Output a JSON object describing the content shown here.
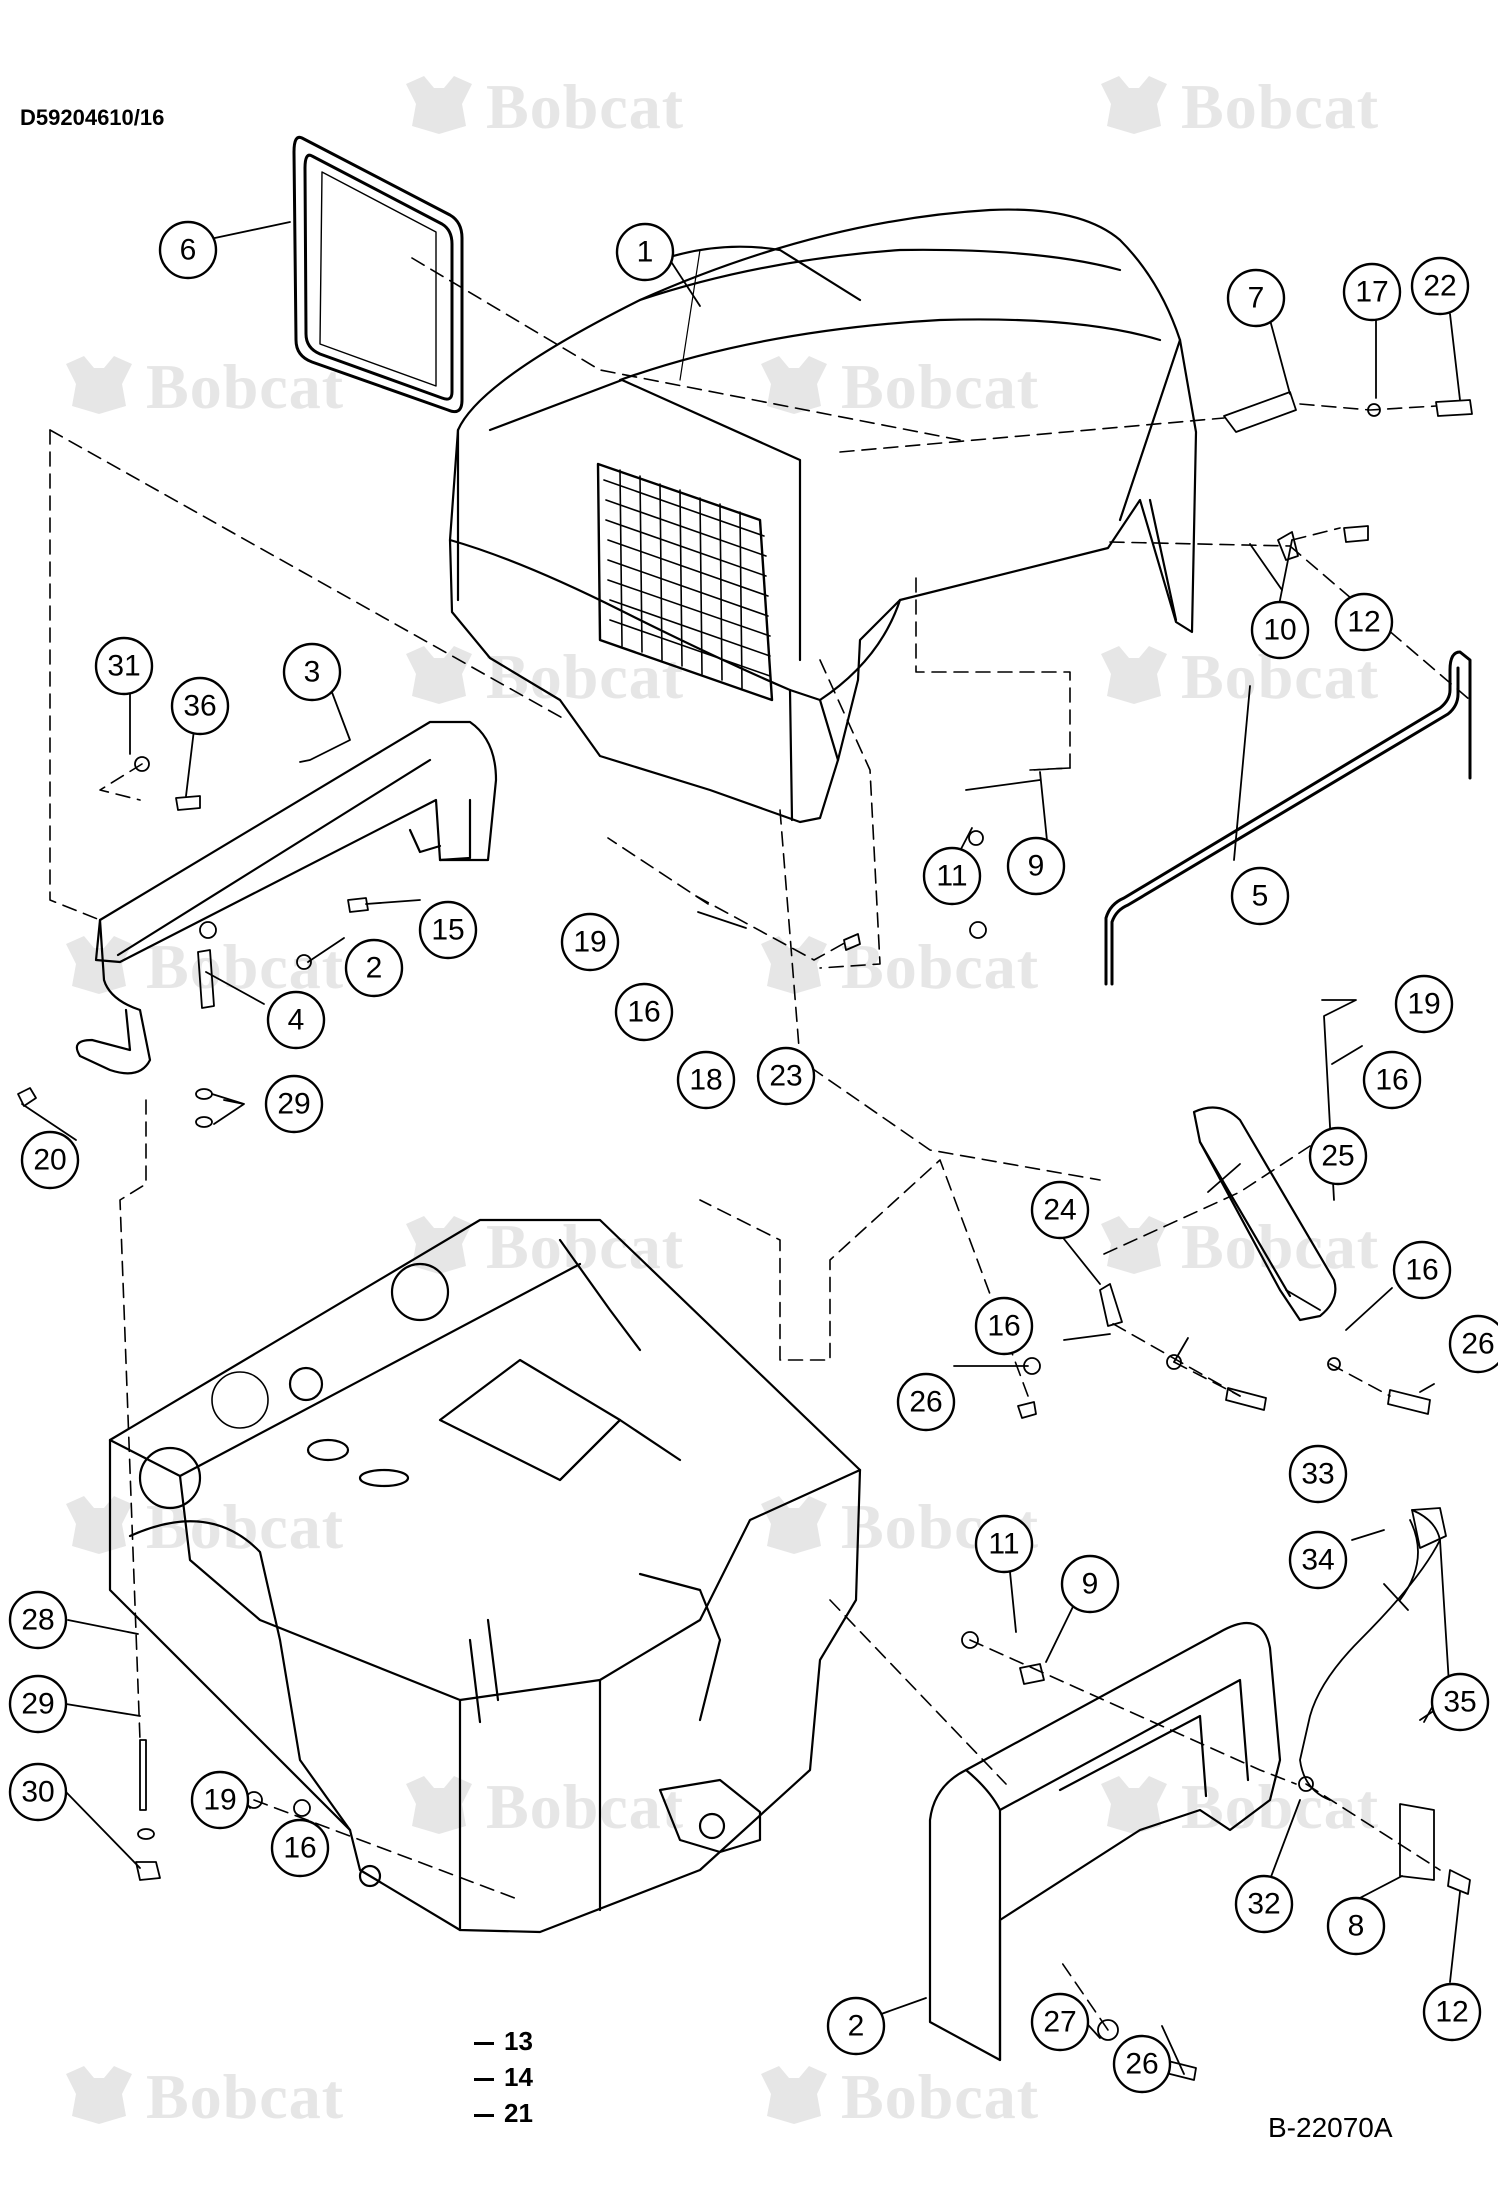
{
  "document": {
    "drawing_number": "D59204610/16",
    "figure_id": "B-22070A"
  },
  "watermark": {
    "brand": "Bobcat",
    "icon": "bobcat-logo-icon",
    "color": "#e6e6e6"
  },
  "callouts": [
    {
      "label": "1"
    },
    {
      "label": "2"
    },
    {
      "label": "3"
    },
    {
      "label": "4"
    },
    {
      "label": "5"
    },
    {
      "label": "6"
    },
    {
      "label": "7"
    },
    {
      "label": "8"
    },
    {
      "label": "9"
    },
    {
      "label": "9"
    },
    {
      "label": "10"
    },
    {
      "label": "11"
    },
    {
      "label": "11"
    },
    {
      "label": "12"
    },
    {
      "label": "12"
    },
    {
      "label": "15"
    },
    {
      "label": "16"
    },
    {
      "label": "16"
    },
    {
      "label": "16"
    },
    {
      "label": "16"
    },
    {
      "label": "16"
    },
    {
      "label": "17"
    },
    {
      "label": "18"
    },
    {
      "label": "19"
    },
    {
      "label": "19"
    },
    {
      "label": "19"
    },
    {
      "label": "2"
    },
    {
      "label": "20"
    },
    {
      "label": "22"
    },
    {
      "label": "23"
    },
    {
      "label": "24"
    },
    {
      "label": "25"
    },
    {
      "label": "26"
    },
    {
      "label": "26"
    },
    {
      "label": "26"
    },
    {
      "label": "27"
    },
    {
      "label": "28"
    },
    {
      "label": "29"
    },
    {
      "label": "29"
    },
    {
      "label": "30"
    },
    {
      "label": "31"
    },
    {
      "label": "32"
    },
    {
      "label": "33"
    },
    {
      "label": "34"
    },
    {
      "label": "35"
    },
    {
      "label": "36"
    }
  ],
  "legend": [
    "13",
    "14",
    "21"
  ]
}
